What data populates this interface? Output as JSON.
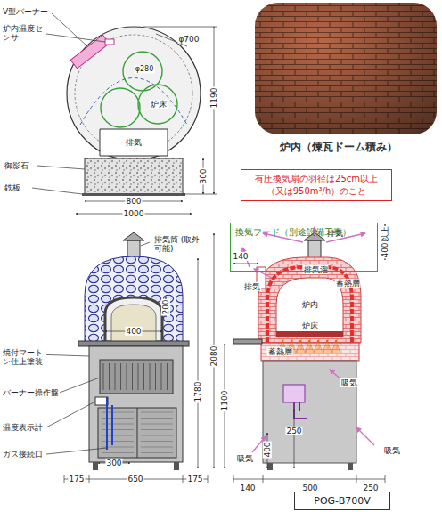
{
  "diagram": {
    "nodes": [
      {
        "text": [
          "有圧換気扇の羽径は25cm以上",
          "（又は950m³/h）のこと"
        ]
      },
      {
        "text": [
          "換気フード（別途設備工事）"
        ]
      },
      {
        "text": [
          "POG-B700V"
        ]
      }
    ],
    "labels": [
      "V型バーナー",
      "炉内温度センサー",
      "φ700",
      "φ280",
      "炉床",
      "排気",
      "御影石",
      "鉄板",
      "1190",
      "300",
      "800",
      "1000",
      "炉内（煉瓦ドーム積み）",
      "排気",
      "400以上",
      "排気筒 (取外可能)",
      "焼付マートン仕上塗装",
      "バーナー操作盤",
      "温度表示計",
      "ガス接続口",
      "400",
      "200",
      "1780",
      "2080",
      "300",
      "175",
      "650",
      "175",
      "140",
      "排気",
      "排気溜",
      "蓄熱層",
      "炉内",
      "炉床",
      "蓄熱層",
      "吸気",
      "1100",
      "250",
      "400",
      "吸気",
      "吸気",
      "140",
      "500",
      "250"
    ]
  }
}
